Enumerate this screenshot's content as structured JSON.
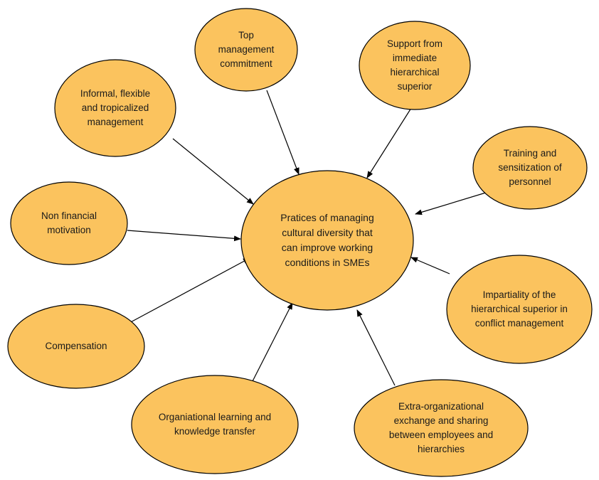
{
  "colors": {
    "node_fill": "#FBC35E",
    "node_stroke": "#000000",
    "arrow": "#000000",
    "text": "#1a1a1a"
  },
  "center": {
    "label": "Pratices of managing cultural diversity that can improve working conditions in SMEs"
  },
  "factors": [
    {
      "id": "top-management",
      "label": "Top management commitment"
    },
    {
      "id": "support-superior",
      "label": "Support from immediate hierarchical superior"
    },
    {
      "id": "informal-management",
      "label": "Informal, flexible and tropicalized management"
    },
    {
      "id": "training",
      "label": "Training and sensitization of personnel"
    },
    {
      "id": "non-financial",
      "label": "Non financial motivation"
    },
    {
      "id": "impartiality",
      "label": "Impartiality of the hierarchical superior in conflict management"
    },
    {
      "id": "compensation",
      "label": "Compensation"
    },
    {
      "id": "organizational-learning",
      "label": "Organiational learning and knowledge transfer"
    },
    {
      "id": "extra-organizational",
      "label": "Extra-organizational exchange and sharing between employees and hierarchies"
    }
  ]
}
